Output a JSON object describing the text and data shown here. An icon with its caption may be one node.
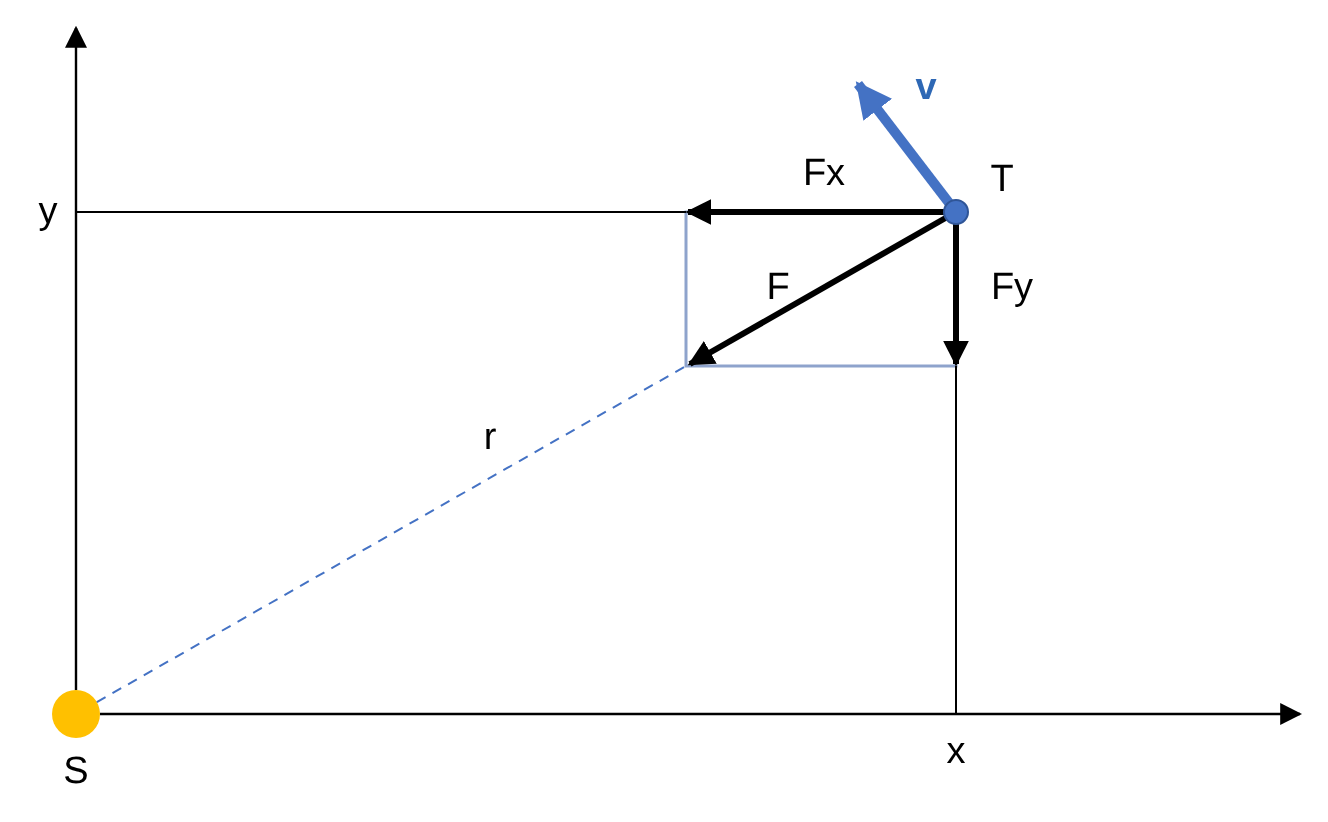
{
  "diagram": {
    "nodes": [
      {
        "text": [
          "S"
        ]
      },
      {
        "text": [
          "T"
        ]
      },
      {
        "text": [],
        "shape": "box"
      }
    ],
    "edges": [
      {
        "from": 0,
        "to": 2,
        "arrow": "none",
        "style": "dashed",
        "color": "#4472c4",
        "label": "r"
      }
    ],
    "labels": [
      "v",
      "Fx",
      "y",
      "F",
      "Fy",
      "x"
    ]
  }
}
